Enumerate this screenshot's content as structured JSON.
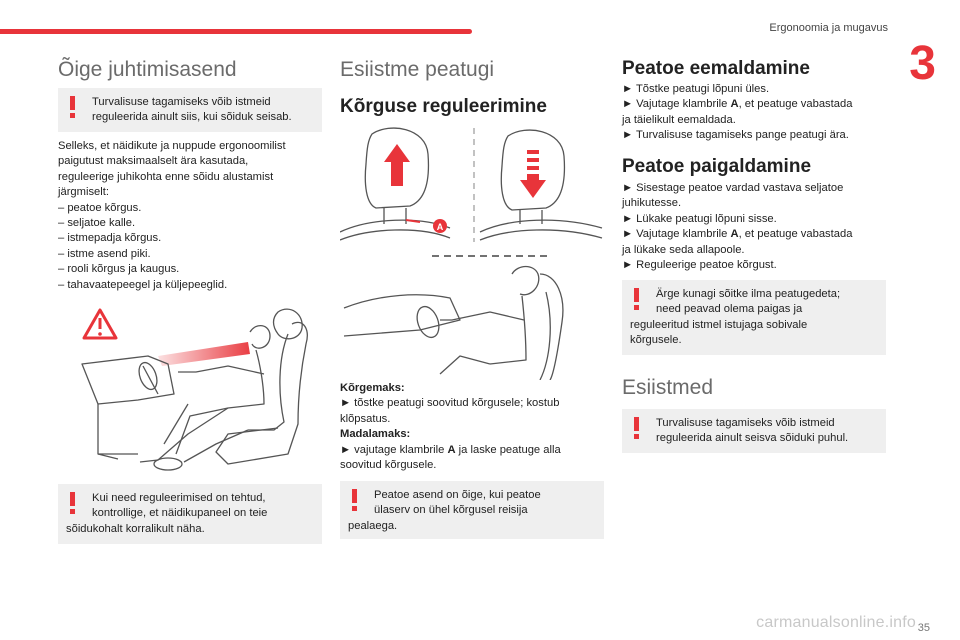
{
  "header": {
    "section": "Ergonoomia ja mugavus",
    "chapter": "3",
    "page_number": "35"
  },
  "watermark": "carmanualsonline.info",
  "col1": {
    "title": "Õige juhtimisasend",
    "warning1": [
      "Turvalisuse tagamiseks võib istmeid",
      "reguleerida ainult siis, kui sõiduk seisab."
    ],
    "body": [
      "Selleks, et näidikute ja nuppude ergonoomilist",
      "paigutust maksimaalselt ära kasutada,",
      "reguleerige juhikohta enne sõidu alustamist",
      "järgmiselt:",
      "– peatoe kõrgus.",
      "– seljatoe kalle.",
      "– istmepadja kõrgus.",
      "– istme asend piki.",
      "– rooli kõrgus ja kaugus.",
      "– tahavaatepeegel ja küljepeeglid."
    ],
    "warning2": [
      "Kui need reguleerimised on tehtud,",
      "kontrollige, et näidikupaneel on teie",
      "sõidukohalt korralikult näha."
    ]
  },
  "col2": {
    "title": "Esiistme peatugi",
    "subtitle": "Kõrguse reguleerimine",
    "marker": "A",
    "raise_label": "Kõrgemaks:",
    "raise_text": [
      "► tõstke peatugi soovitud kõrgusele; kostub",
      "klõpsatus."
    ],
    "lower_label": "Madalamaks:",
    "lower_pre": "► vajutage klambrile ",
    "lower_bold": "A",
    "lower_post": " ja laske peatuge alla",
    "lower_line2": "soovitud kõrgusele.",
    "warning": [
      "Peatoe asend on õige, kui peatoe",
      "ülaserv on ühel kõrgusel reisija",
      "pealaega."
    ]
  },
  "col3": {
    "title_remove": "Peatoe eemaldamine",
    "remove_1": "► Tõstke peatugi lõpuni üles.",
    "remove_2_pre": "► Vajutage klambrile ",
    "remove_2_bold": "A",
    "remove_2_post": ", et peatuge vabastada",
    "remove_2_line2": "ja täielikult eemaldada.",
    "remove_3": "► Turvalisuse tagamiseks pange peatugi ära.",
    "title_install": "Peatoe paigaldamine",
    "install_1": [
      "► Sisestage peatoe vardad vastava seljatoe",
      "juhikutesse."
    ],
    "install_2": "► Lükake peatugi lõpuni sisse.",
    "install_3_pre": "► Vajutage klambrile ",
    "install_3_bold": "A",
    "install_3_post": ", et peatuge vabastada",
    "install_3_line2": "ja lükake seda allapoole.",
    "install_4": "► Reguleerige peatoe kõrgust.",
    "warning1": [
      "Ärge kunagi sõitke ilma peatugedeta;",
      "need peavad olema paigas ja",
      "reguleeritud istmel istujaga sobivale",
      "kõrgusele."
    ],
    "title_seats": "Esiistmed",
    "warning2": [
      "Turvalisuse tagamiseks võib istmeid",
      "reguleerida ainult seisva sõiduki puhul."
    ]
  },
  "colors": {
    "accent": "#e8343a",
    "box": "#efefef",
    "heading_grey": "#6b6b6b"
  }
}
